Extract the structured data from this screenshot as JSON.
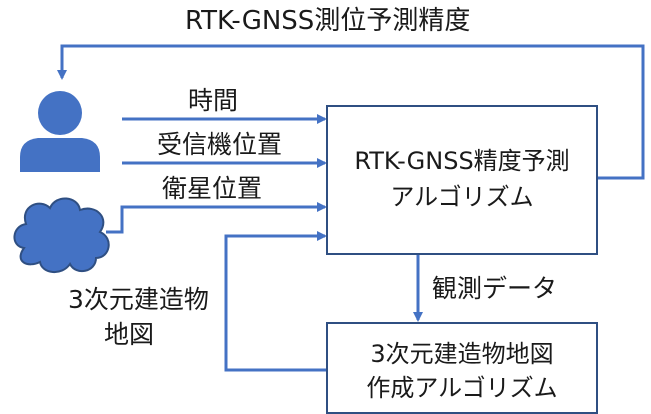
{
  "feedback_label": "RTK-GNSS測位予測精度",
  "inputs": {
    "time": "時間",
    "receiver_position": "受信機位置",
    "satellite_position": "衛星位置"
  },
  "main_box": {
    "line1": "RTK-GNSS精度予測",
    "line2": "アルゴリズム"
  },
  "observation_label": "観測データ",
  "map_input": {
    "line1": "3次元建造物",
    "line2": "地図"
  },
  "bottom_box": {
    "line1": "3次元建造物地図",
    "line2": "作成アルゴリズム"
  },
  "colors": {
    "arrow": "#4472c4",
    "icon_fill": "#4472c4",
    "box_border": "#2f4f82"
  },
  "icons": [
    "person-icon",
    "cloud-icon"
  ]
}
